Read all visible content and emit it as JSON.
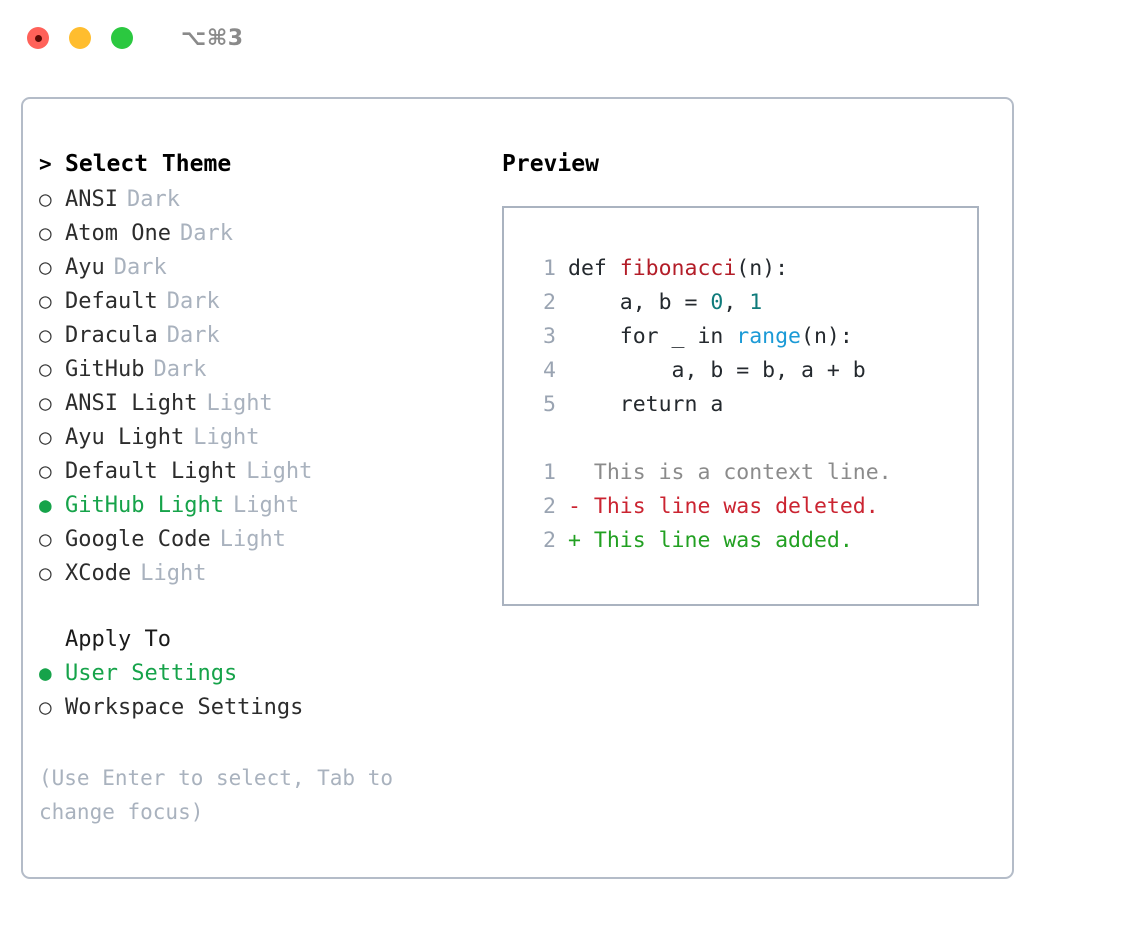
{
  "titlebar": {
    "shortcut": "⌥⌘3",
    "dots": [
      "close-red",
      "minimize-yellow",
      "zoom-green"
    ]
  },
  "left": {
    "header": {
      "prefix": ">",
      "label": "Select Theme"
    },
    "themes": [
      {
        "bullet": "○",
        "name": "ANSI",
        "tag": "Dark",
        "selected": false
      },
      {
        "bullet": "○",
        "name": "Atom One",
        "tag": "Dark",
        "selected": false
      },
      {
        "bullet": "○",
        "name": "Ayu",
        "tag": "Dark",
        "selected": false
      },
      {
        "bullet": "○",
        "name": "Default",
        "tag": "Dark",
        "selected": false
      },
      {
        "bullet": "○",
        "name": "Dracula",
        "tag": "Dark",
        "selected": false
      },
      {
        "bullet": "○",
        "name": "GitHub",
        "tag": "Dark",
        "selected": false
      },
      {
        "bullet": "○",
        "name": "ANSI Light",
        "tag": "Light",
        "selected": false
      },
      {
        "bullet": "○",
        "name": "Ayu Light",
        "tag": "Light",
        "selected": false
      },
      {
        "bullet": "○",
        "name": "Default Light",
        "tag": "Light",
        "selected": false
      },
      {
        "bullet": "●",
        "name": "GitHub Light",
        "tag": "Light",
        "selected": true
      },
      {
        "bullet": "○",
        "name": "Google Code",
        "tag": "Light",
        "selected": false
      },
      {
        "bullet": "○",
        "name": "XCode",
        "tag": "Light",
        "selected": false
      }
    ],
    "apply_to": {
      "label": "Apply To",
      "options": [
        {
          "bullet": "●",
          "name": "User Settings",
          "selected": true
        },
        {
          "bullet": "○",
          "name": "Workspace Settings",
          "selected": false
        }
      ]
    },
    "hint": "(Use Enter to select, Tab to change focus)"
  },
  "right": {
    "title": "Preview",
    "code_lines": [
      {
        "no": "1",
        "segments": [
          {
            "t": "def ",
            "c": "plain"
          },
          {
            "t": "fibonacci",
            "c": "fn"
          },
          {
            "t": "(n):",
            "c": "plain"
          }
        ]
      },
      {
        "no": "2",
        "segments": [
          {
            "t": "    a, b = ",
            "c": "plain"
          },
          {
            "t": "0",
            "c": "num"
          },
          {
            "t": ", ",
            "c": "plain"
          },
          {
            "t": "1",
            "c": "num"
          }
        ]
      },
      {
        "no": "3",
        "segments": [
          {
            "t": "    for _ in ",
            "c": "plain"
          },
          {
            "t": "range",
            "c": "call"
          },
          {
            "t": "(n):",
            "c": "plain"
          }
        ]
      },
      {
        "no": "4",
        "segments": [
          {
            "t": "        a, b = b, a + b",
            "c": "plain"
          }
        ]
      },
      {
        "no": "5",
        "segments": [
          {
            "t": "    return a",
            "c": "plain"
          }
        ]
      }
    ],
    "diff_lines": [
      {
        "no": "1",
        "marker": " ",
        "text": " This is a context line.",
        "kind": "ctx"
      },
      {
        "no": "2",
        "marker": "-",
        "text": " This line was deleted.",
        "kind": "del"
      },
      {
        "no": "2",
        "marker": "+",
        "text": " This line was added.",
        "kind": "add"
      }
    ]
  },
  "colors": {
    "accent_green": "#16a34a",
    "muted": "#a9b2be",
    "border": "#b4bcc8",
    "diff_add": "#22a022",
    "diff_del": "#cb2431",
    "tok_fn": "#b31d28",
    "tok_num": "#0f7b7b",
    "tok_call": "#1b9ad6"
  }
}
